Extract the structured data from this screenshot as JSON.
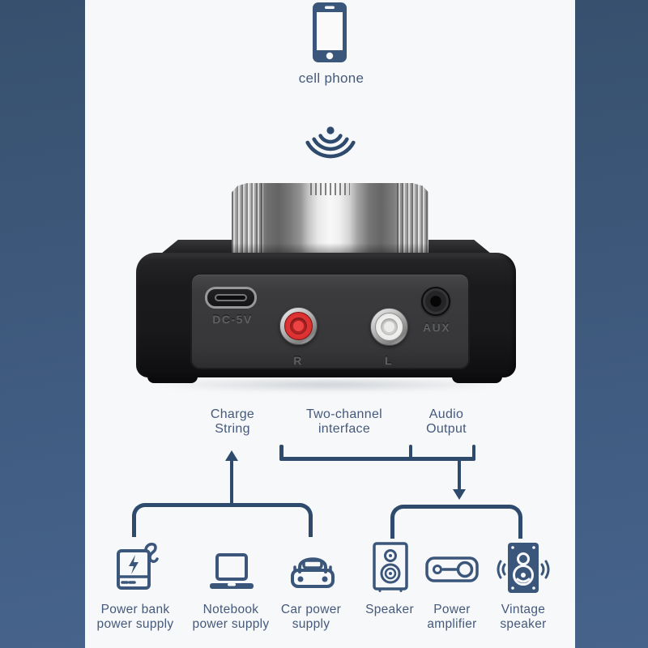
{
  "colors": {
    "side_band_top": "#37506e",
    "side_band_bottom": "#46638c",
    "canvas": "#f7f8f9",
    "line": "#2e4a6c",
    "text": "#44597c",
    "icon": "#3b567b",
    "device_body": "#1b1b1d",
    "device_panel": "#3a3a3d",
    "rca_red": "#e23535",
    "rca_white": "#eeeeec",
    "port_label": "#5d5f61"
  },
  "top_section": {
    "phone_icon": "cell-phone-icon",
    "phone_label": "cell phone",
    "signal_icon": "wireless-signal-icon"
  },
  "device": {
    "name": "bluetooth-audio-receiver",
    "knob": "volume-knob",
    "ports": {
      "usb": {
        "label": "DC-5V"
      },
      "rca_r": {
        "label": "R",
        "color": "#e23535"
      },
      "rca_l": {
        "label": "L",
        "color": "#eeeeec"
      },
      "aux": {
        "label": "AUX"
      }
    }
  },
  "callouts": {
    "charge": {
      "lines": [
        "Charge",
        "String"
      ]
    },
    "two_channel": {
      "lines": [
        "Two-channel",
        "interface"
      ]
    },
    "audio_output": {
      "lines": [
        "Audio",
        "Output"
      ]
    }
  },
  "bottom_left_group": {
    "items": [
      {
        "icon": "power-bank-icon",
        "lines": [
          "Power bank",
          "power supply"
        ]
      },
      {
        "icon": "notebook-icon",
        "lines": [
          "Notebook",
          "power supply"
        ]
      },
      {
        "icon": "car-icon",
        "lines": [
          "Car power",
          "supply"
        ]
      }
    ]
  },
  "bottom_right_group": {
    "items": [
      {
        "icon": "speaker-icon",
        "lines": [
          "Speaker",
          ""
        ]
      },
      {
        "icon": "amplifier-icon",
        "lines": [
          "Power",
          "amplifier"
        ]
      },
      {
        "icon": "vintage-speaker-icon",
        "lines": [
          "Vintage",
          "speaker"
        ]
      }
    ]
  }
}
